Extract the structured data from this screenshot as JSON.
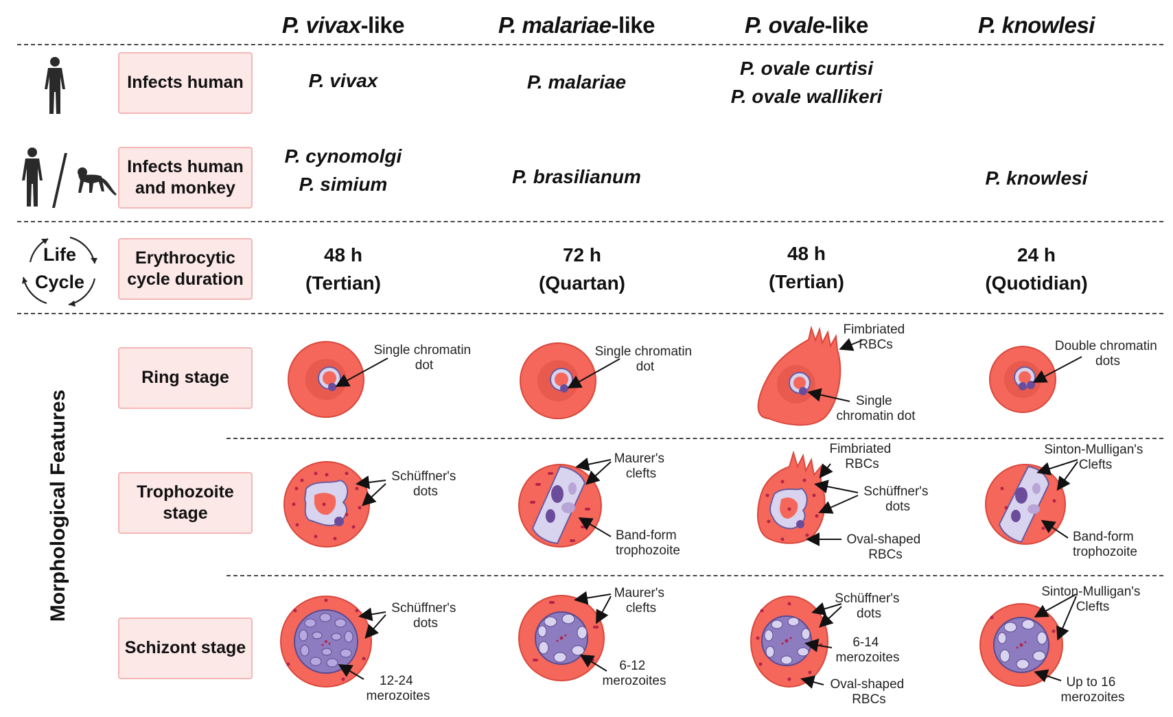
{
  "columns": [
    {
      "italic": "P. vivax",
      "rest": "-like"
    },
    {
      "italic": "P. malariae",
      "rest": "-like"
    },
    {
      "italic": "P. ovale",
      "rest": "-like"
    },
    {
      "italic": "P. knowlesi",
      "rest": ""
    }
  ],
  "rows": {
    "infects_human": {
      "label": "Infects human",
      "values": [
        [
          "P. vivax"
        ],
        [
          "P. malariae"
        ],
        [
          "P. ovale curtisi",
          "P. ovale wallikeri"
        ],
        []
      ]
    },
    "infects_human_monkey": {
      "label_line1": "Infects human",
      "label_line2": "and monkey",
      "values": [
        [
          "P. cynomolgi",
          "P. simium"
        ],
        [
          "P. brasilianum"
        ],
        [],
        [
          "P. knowlesi"
        ]
      ]
    },
    "cycle": {
      "icon_line1": "Life",
      "icon_line2": "Cycle",
      "label_line1": "Erythrocytic",
      "label_line2": "cycle duration",
      "values": [
        {
          "hours": "48 h",
          "type": "(Tertian)"
        },
        {
          "hours": "72 h",
          "type": "(Quartan)"
        },
        {
          "hours": "48 h",
          "type": "(Tertian)"
        },
        {
          "hours": "24 h",
          "type": "(Quotidian)"
        }
      ]
    },
    "morph_title": "Morphological Features",
    "ring": {
      "label": "Ring stage",
      "annotations": {
        "vivax": [
          "Single chromatin",
          "dot"
        ],
        "malariae": [
          "Single chromatin",
          "dot"
        ],
        "ovale_top": [
          "Fimbriated",
          "RBCs"
        ],
        "ovale_bottom": [
          "Single",
          "chromatin dot"
        ],
        "knowlesi": [
          "Double chromatin",
          "dots"
        ]
      }
    },
    "trophozoite": {
      "label_line1": "Trophozoite",
      "label_line2": "stage",
      "annotations": {
        "vivax": [
          "Schüffner's",
          "dots"
        ],
        "malariae_top": [
          "Maurer's",
          "clefts"
        ],
        "malariae_bottom": [
          "Band-form",
          "trophozoite"
        ],
        "ovale_top": [
          "Fimbriated",
          "RBCs"
        ],
        "ovale_mid": [
          "Schüffner's",
          "dots"
        ],
        "ovale_bottom": [
          "Oval-shaped",
          "RBCs"
        ],
        "knowlesi_top": [
          "Sinton-Mulligan's",
          "Clefts"
        ],
        "knowlesi_bottom": [
          "Band-form",
          "trophozoite"
        ]
      }
    },
    "schizont": {
      "label": "Schizont stage",
      "annotations": {
        "vivax_top": [
          "Schüffner's",
          "dots"
        ],
        "vivax_bottom": [
          "12-24",
          "merozoites"
        ],
        "malariae_top": [
          "Maurer's",
          "clefts"
        ],
        "malariae_bottom": [
          "6-12",
          "merozoites"
        ],
        "ovale_top": [
          "Schüffner's",
          "dots"
        ],
        "ovale_mid": [
          "6-14",
          "merozoites"
        ],
        "ovale_bottom": [
          "Oval-shaped",
          "RBCs"
        ],
        "knowlesi_top": [
          "Sinton-Mulligan's",
          "Clefts"
        ],
        "knowlesi_bottom": [
          "Up to 16",
          "merozoites"
        ]
      }
    }
  },
  "colors": {
    "rbc": "#f4675a",
    "rbc_edge": "#d9483c",
    "parasite": "#d8d3ee",
    "parasite_edge": "#6a5a9e",
    "chromatin": "#6b4c9a",
    "dots": "#b2254a",
    "label_bg": "#fde8e8",
    "label_border": "#f4b6b6"
  }
}
